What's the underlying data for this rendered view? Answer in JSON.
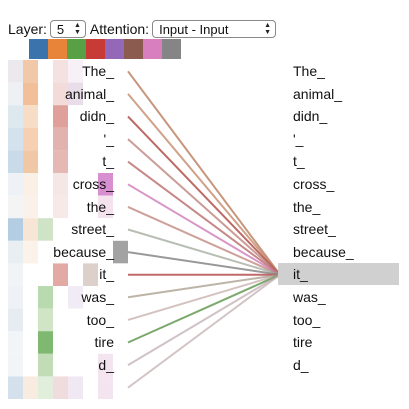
{
  "controls": {
    "layer_label": "Layer:",
    "layer_value": "5",
    "attention_label": "Attention:",
    "attention_value": "Input - Input"
  },
  "icons": {
    "select_arrows": "up-down-chevron-icon"
  },
  "heads": [
    {
      "color": "#3b74ad"
    },
    {
      "color": "#e8843a"
    },
    {
      "color": "#58a044"
    },
    {
      "color": "#c73a35"
    },
    {
      "color": "#9468b9"
    },
    {
      "color": "#8c5b4f"
    },
    {
      "color": "#d87fbf"
    },
    {
      "color": "#858585"
    }
  ],
  "left_tokens": [
    "The_",
    "animal_",
    "didn_",
    "'_",
    "t_",
    "cross_",
    "the_",
    "street_",
    "because_",
    "it_",
    "was_",
    "too_",
    "tire",
    "d_"
  ],
  "right_tokens": [
    "The_",
    "animal_",
    "didn_",
    "'_",
    "t_",
    "cross_",
    "the_",
    "street_",
    "because_",
    "it_",
    "was_",
    "too_",
    "tire",
    "d_"
  ],
  "selected_token": "it_",
  "attention_lines": [
    {
      "from": "The_",
      "color": "#b87a5a",
      "weight": 0.8
    },
    {
      "from": "animal_",
      "color": "#c48a6a",
      "weight": 0.8
    },
    {
      "from": "didn_",
      "color": "#b65a54",
      "weight": 0.9
    },
    {
      "from": "'_",
      "color": "#b5736a",
      "weight": 0.7
    },
    {
      "from": "t_",
      "color": "#b86a68",
      "weight": 0.8
    },
    {
      "from": "cross_",
      "color": "#cf7ab8",
      "weight": 0.8
    },
    {
      "from": "the_",
      "color": "#b8776e",
      "weight": 0.7
    },
    {
      "from": "street_",
      "color": "#9aa394",
      "weight": 0.7
    },
    {
      "from": "because_",
      "color": "#8e8e8e",
      "weight": 0.9
    },
    {
      "from": "it_",
      "color": "#b9585a",
      "weight": 0.9
    },
    {
      "from": "was_",
      "color": "#a19483",
      "weight": 0.7
    },
    {
      "from": "too_",
      "color": "#b59a94",
      "weight": 0.6
    },
    {
      "from": "tire",
      "color": "#6d9e5c",
      "weight": 0.9
    },
    {
      "from": "d_",
      "color": "#b19aa0",
      "weight": 0.6
    },
    {
      "from": "",
      "color": "#b59fa0",
      "weight": 0.6
    }
  ],
  "heatmap": [
    [
      "#ece9ee",
      "#f2c9a8",
      "#ffffff",
      "#f3e2e1",
      "#f7f0f7",
      "#ffffff",
      "#ffffff",
      "#ffffff"
    ],
    [
      "#eef0f4",
      "#f1c09b",
      "#ffffff",
      "#f2dbd8",
      "#e9dde9",
      "#ffffff",
      "#ffffff",
      "#ffffff"
    ],
    [
      "#dde8ef",
      "#f7dcc6",
      "#ffffff",
      "#dfa09c",
      "#ffffff",
      "#ffffff",
      "#ffffff",
      "#ffffff"
    ],
    [
      "#d3e2ec",
      "#f5d0b1",
      "#ffffff",
      "#e2b2ae",
      "#ffffff",
      "#ffffff",
      "#ffffff",
      "#ffffff"
    ],
    [
      "#c9dae9",
      "#f1c8a6",
      "#ffffff",
      "#e6b8b4",
      "#ffffff",
      "#ffffff",
      "#ffffff",
      "#ffffff"
    ],
    [
      "#eef2f6",
      "#fbf0e6",
      "#ffffff",
      "#f4e7e6",
      "#ffffff",
      "#ffffff",
      "#d88fd0",
      "#ffffff"
    ],
    [
      "#f4f4f4",
      "#f9f1ea",
      "#ffffff",
      "#f7e9e8",
      "#ffffff",
      "#ffffff",
      "#f4e3ef",
      "#ffffff"
    ],
    [
      "#b3cde2",
      "#f7e5d5",
      "#cfe3c7",
      "#ffffff",
      "#ffffff",
      "#ffffff",
      "#ffffff",
      "#ffffff"
    ],
    [
      "#e9eef3",
      "#fbf2ea",
      "#ffffff",
      "#ffffff",
      "#ffffff",
      "#ffffff",
      "#ffffff",
      "#a2a2a2"
    ],
    [
      "#f1f4f7",
      "#ffffff",
      "#ffffff",
      "#e3a9a5",
      "#ffffff",
      "#ddd0cb",
      "#ffffff",
      "#ffffff"
    ],
    [
      "#eef2f6",
      "#ffffff",
      "#b9d9af",
      "#ffffff",
      "#f1ebf5",
      "#ffffff",
      "#ffffff",
      "#ffffff"
    ],
    [
      "#e6ecf2",
      "#ffffff",
      "#cfe5c6",
      "#ffffff",
      "#ffffff",
      "#ffffff",
      "#ffffff",
      "#ffffff"
    ],
    [
      "#f2f5f8",
      "#ffffff",
      "#7fb971",
      "#ffffff",
      "#ffffff",
      "#ffffff",
      "#ffffff",
      "#ffffff"
    ],
    [
      "#f2f5f8",
      "#ffffff",
      "#c2dcb8",
      "#ffffff",
      "#ffffff",
      "#ffffff",
      "#f3e4f0",
      "#ffffff"
    ],
    [
      "#d4e1ec",
      "#f8ece0",
      "#e0eedb",
      "#f0dcdc",
      "#f0e8f3",
      "#ffffff",
      "#f3e4f0",
      "#ffffff"
    ]
  ]
}
